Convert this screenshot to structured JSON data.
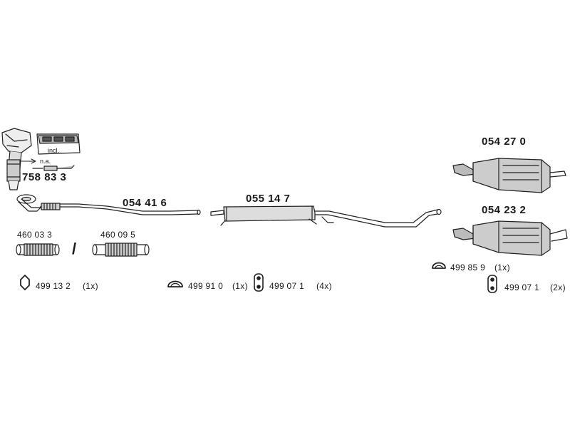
{
  "parts": {
    "manifold_cat": {
      "number": "758 83 3",
      "incl_label": "incl.",
      "na_label": "n.a."
    },
    "front_pipe": {
      "number": "054 41 6"
    },
    "middle_silencer": {
      "number": "055 14 7"
    },
    "rear_silencer_a": {
      "number": "054 27 0"
    },
    "rear_silencer_b": {
      "number": "054 23 2"
    },
    "flex_pipe_a": {
      "number": "460 03 3"
    },
    "flex_pipe_b": {
      "number": "460 09 5"
    },
    "separator": "/"
  },
  "fittings": [
    {
      "number": "499 13 2",
      "qty": "(1x)",
      "icon": "gasket-ring-icon"
    },
    {
      "number": "499 91 0",
      "qty": "(1x)",
      "icon": "gasket-ring-icon"
    },
    {
      "number": "499 07 1",
      "qty": "(4x)",
      "icon": "rubber-mount-icon"
    },
    {
      "number": "499 85 9",
      "qty": "(1x)",
      "icon": "gasket-ring-icon"
    },
    {
      "number": "499 07 1",
      "qty": "(2x)",
      "icon": "rubber-mount-icon"
    }
  ]
}
